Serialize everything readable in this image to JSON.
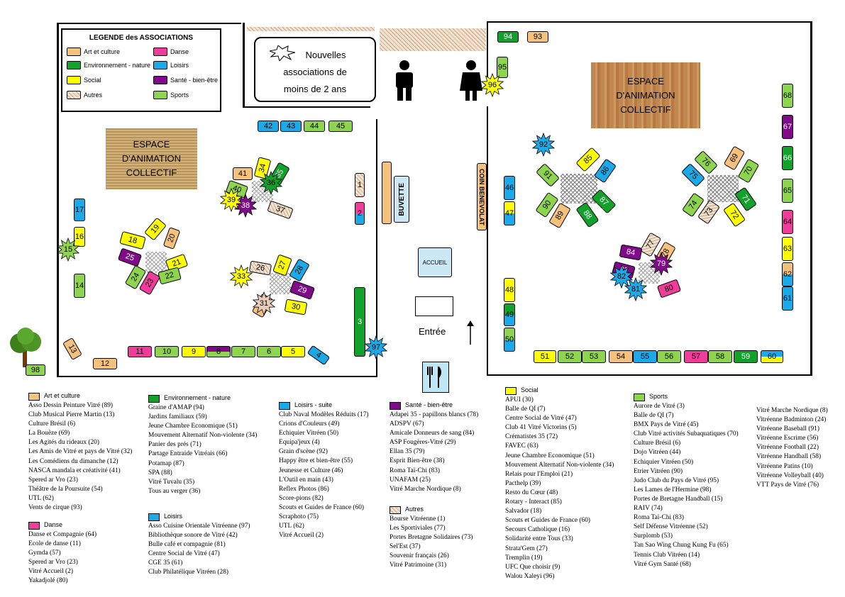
{
  "colors": {
    "art": "#f5c27d",
    "danse": "#f03c9a",
    "env": "#12a12b",
    "loisirs": "#1ba9e8",
    "social": "#ffff00",
    "sante": "#800a8a",
    "autres": "#e9cdb8",
    "sports": "#8fd44e"
  },
  "legend": {
    "title": "LEGENDE des ASSOCIATIONS",
    "items": [
      "Art et culture",
      "Danse",
      "Environnement - nature",
      "Loisirs",
      "Social",
      "Santé - bien-être",
      "Autres",
      "Sports"
    ]
  },
  "labels": {
    "nouvelles": [
      "Nouvelles",
      "associations de",
      "moins de 2 ans"
    ],
    "espace1": [
      "ESPACE",
      "D'ANIMATION",
      "COLLECTIF"
    ],
    "espace2": [
      "ESPACE",
      "D'ANIMATION",
      "COLLECTIF"
    ],
    "buvette": "BUVETTE",
    "coin": "COIN BENEVOLAT",
    "accueil": "ACCUEIL",
    "entree": "Entrée"
  },
  "stands": [
    {
      "n": "1",
      "c": "autres"
    },
    {
      "n": "2",
      "c": "danse_loisirs"
    },
    {
      "n": "3",
      "c": "env"
    },
    {
      "n": "4",
      "c": "loisirs"
    },
    {
      "n": "5",
      "c": "social"
    },
    {
      "n": "6",
      "c": "sports"
    },
    {
      "n": "7",
      "c": "sports"
    },
    {
      "n": "8",
      "c": "sante_sports"
    },
    {
      "n": "9",
      "c": "social"
    },
    {
      "n": "10",
      "c": "sports"
    },
    {
      "n": "11",
      "c": "danse"
    },
    {
      "n": "12",
      "c": "art"
    },
    {
      "n": "13",
      "c": "art"
    },
    {
      "n": "14",
      "c": "sports"
    },
    {
      "n": "16",
      "c": "social"
    },
    {
      "n": "17",
      "c": "loisirs"
    },
    {
      "n": "18",
      "c": "social"
    },
    {
      "n": "19",
      "c": "social"
    },
    {
      "n": "20",
      "c": "art"
    },
    {
      "n": "21",
      "c": "social"
    },
    {
      "n": "22",
      "c": "sports"
    },
    {
      "n": "23",
      "c": "danse"
    },
    {
      "n": "24",
      "c": "sports"
    },
    {
      "n": "25",
      "c": "sante"
    },
    {
      "n": "26",
      "c": "autres"
    },
    {
      "n": "27",
      "c": "social"
    },
    {
      "n": "28",
      "c": "loisirs"
    },
    {
      "n": "29",
      "c": "sante"
    },
    {
      "n": "30",
      "c": "social"
    },
    {
      "n": "32",
      "c": "art"
    },
    {
      "n": "34",
      "c": "social"
    },
    {
      "n": "35",
      "c": "env"
    },
    {
      "n": "37",
      "c": "autres"
    },
    {
      "n": "40",
      "c": "sports"
    },
    {
      "n": "41",
      "c": "art"
    },
    {
      "n": "42",
      "c": "loisirs"
    },
    {
      "n": "43",
      "c": "loisirs"
    },
    {
      "n": "44",
      "c": "sports"
    },
    {
      "n": "45",
      "c": "sports"
    },
    {
      "n": "46",
      "c": "loisirs"
    },
    {
      "n": "47",
      "c": "social_loisirs"
    },
    {
      "n": "48",
      "c": "social"
    },
    {
      "n": "49",
      "c": "env_loisirs"
    },
    {
      "n": "50",
      "c": "sports_loisirs"
    },
    {
      "n": "51",
      "c": "social"
    },
    {
      "n": "52",
      "c": "sports"
    },
    {
      "n": "53",
      "c": "sports"
    },
    {
      "n": "54",
      "c": "art"
    },
    {
      "n": "55",
      "c": "loisirs"
    },
    {
      "n": "56",
      "c": "sports"
    },
    {
      "n": "57",
      "c": "danse"
    },
    {
      "n": "58",
      "c": "sports"
    },
    {
      "n": "59",
      "c": "env"
    },
    {
      "n": "60",
      "c": "loisirs_social"
    },
    {
      "n": "61",
      "c": "loisirs"
    },
    {
      "n": "62",
      "c": "art_loisirs"
    },
    {
      "n": "63",
      "c": "social"
    },
    {
      "n": "64",
      "c": "danse"
    },
    {
      "n": "65",
      "c": "sports"
    },
    {
      "n": "66",
      "c": "env"
    },
    {
      "n": "67",
      "c": "sante"
    },
    {
      "n": "68",
      "c": "sports"
    },
    {
      "n": "69",
      "c": "art"
    },
    {
      "n": "70",
      "c": "sports"
    },
    {
      "n": "71",
      "c": "env"
    },
    {
      "n": "72",
      "c": "social"
    },
    {
      "n": "73",
      "c": "autres"
    },
    {
      "n": "74",
      "c": "sports"
    },
    {
      "n": "75",
      "c": "loisirs"
    },
    {
      "n": "76",
      "c": "sports"
    },
    {
      "n": "77",
      "c": "autres"
    },
    {
      "n": "78",
      "c": "art"
    },
    {
      "n": "80",
      "c": "danse"
    },
    {
      "n": "83",
      "c": "sante"
    },
    {
      "n": "84",
      "c": "sante"
    },
    {
      "n": "85",
      "c": "social"
    },
    {
      "n": "86",
      "c": "loisirs"
    },
    {
      "n": "87",
      "c": "env"
    },
    {
      "n": "88",
      "c": "env"
    },
    {
      "n": "89",
      "c": "art"
    },
    {
      "n": "90",
      "c": "sports"
    },
    {
      "n": "91",
      "c": "sports"
    },
    {
      "n": "93",
      "c": "art"
    },
    {
      "n": "94",
      "c": "env"
    },
    {
      "n": "95",
      "c": "sports"
    },
    {
      "n": "98",
      "c": "sports"
    }
  ],
  "stars": [
    {
      "n": "15",
      "c": "sports"
    },
    {
      "n": "31",
      "c": "autres"
    },
    {
      "n": "33",
      "c": "social"
    },
    {
      "n": "36",
      "c": "env"
    },
    {
      "n": "38",
      "c": "sante"
    },
    {
      "n": "39",
      "c": "social"
    },
    {
      "n": "79",
      "c": "sante"
    },
    {
      "n": "81",
      "c": "loisirs"
    },
    {
      "n": "82",
      "c": "loisirs"
    },
    {
      "n": "92",
      "c": "loisirs"
    },
    {
      "n": "96",
      "c": "social"
    },
    {
      "n": "97",
      "c": "loisirs"
    }
  ],
  "lists": [
    {
      "title": "Art et culture",
      "c": "art",
      "items": [
        "Asso Dessin Peinture Vitré (89)",
        "Club Musical Pierre Martin (13)",
        "Culture Brésil (6)",
        "La Bouèze (69)",
        "Les Agités du rideaux (20)",
        "Les Amis de Vitré et pays de Vitré (32)",
        "Les Comédiens du dimanche (12)",
        "NASCA mandala et créativité (41)",
        "Spered ar Vro (23)",
        "Théâtre de la Poursuite (54)",
        "UTL (62)",
        "Vents de cirque (93)"
      ]
    },
    {
      "title": "Danse",
      "c": "danse",
      "items": [
        "Danse et Compagnie (64)",
        "Ecole de danse (11)",
        "Gymda (57)",
        "Spered ar Vro (23)",
        "Vitré Accueil (2)",
        "Yakadjolé (80)"
      ]
    },
    {
      "title": "Environnement - nature",
      "c": "env",
      "items": [
        "Graine d'AMAP (94)",
        "Jardins familiaux (59)",
        "Jeune Chambre Economique (51)",
        "Mouvement Alternatif Non-violente (34)",
        "Panier des prés (71)",
        "Partage Entraide Vitréais (66)",
        "Potamap (87)",
        "SPA (88)",
        "Vitré Tuvalu (35)",
        "Tous au verger (36)"
      ]
    },
    {
      "title": "Loisirs",
      "c": "loisirs",
      "items": [
        "Asso Cuisine Orientale Vitréenne (97)",
        "Bibliothèque sonore de Vitré (42)",
        "Bulle café et compagnie (81)",
        "Centre Social de Vitré (47)",
        "CGE 35 (61)",
        "Club Philatélique Vitréen (28)"
      ]
    },
    {
      "title": "Loisirs - suite",
      "c": "loisirs",
      "items": [
        "Club Naval Modèles Réduits (17)",
        "Crions d'Couleurs (49)",
        "Echiquier Vitréen (50)",
        "Equipa'jeux (4)",
        "Grain d'scène (92)",
        "Happy être et bien-être (55)",
        "Jeunesse et Culture (46)",
        "L'Outil en main (43)",
        "Reflex Photos (86)",
        "Score-pions (82)",
        "Scouts et Guides de France (60)",
        "Scraphoto (75)",
        "UTL (62)",
        "Vitré Accueil (2)"
      ]
    },
    {
      "title": "Santé - bien-être",
      "c": "sante",
      "items": [
        "Adapei 35 - papillons blancs (78)",
        "ADSPV (67)",
        "Amicale Donneurs de sang (84)",
        "ASP Fougères-Vitré (29)",
        "Ellan 35 (79)",
        "Esprit Bien-être (38)",
        "Roma Taï-Chi (83)",
        "UNAFAM (25)",
        "Vitré Marche Nordique (8)"
      ]
    },
    {
      "title": "Autres",
      "c": "autres",
      "items": [
        "Bourse Vitréenne (1)",
        "Les Sportiviales (77)",
        "Portes Bretagne Solidaires (73)",
        "Sel'Est (37)",
        "Souvenir français (26)",
        "Vitré Patrimoine (31)"
      ]
    },
    {
      "title": "Social",
      "c": "social",
      "items": [
        "APUI (30)",
        "Balle de QI (7)",
        "Centre Social de Vitré (47)",
        "Club 41 Vitré Victorins (5)",
        "Crématistes 35 (72)",
        "FAVEC (63)",
        "Jeune Chambre Economique (51)",
        "Mouvement Alternatif Non-violente (34)",
        "Relais pour l'Emploi (21)",
        "Pacthelp (39)",
        "Resto du Cœur (48)",
        "Rotary - Interact (85)",
        "Salvador (18)",
        "Scouts et Guides de France (60)",
        "Secours Catholique (16)",
        "Solidarité entre Tous (33)",
        "Strata'Gem (27)",
        "Tremplin (19)",
        "UFC Que choisir (9)",
        "Walou Xaleyi (96)"
      ]
    },
    {
      "title": "Sports",
      "c": "sports",
      "items": [
        "Aurore de Vitré (3)",
        "Balle de QI (7)",
        "BMX Pays de Vitré (45)",
        "Club Vitré activités Subaquatiques (70)",
        "Culture Brésil (6)",
        "Dojo Vitréen (44)",
        "Echiquier Vitréen (50)",
        "Etrier Vitréen (90)",
        "Judo Club du Pays de Vitré (95)",
        "Les Lames de l'Hermine (98)",
        "Portes de Bretagne Handball (15)",
        "RAIV (74)",
        "Roma Taï-Chi (83)",
        "Self Défense Vitréenne (52)",
        "Surplomb (53)",
        "Tan Sao Wing Chung Kung Fu (65)",
        "Tennis Club Vitréen (14)",
        "Vitré Gym Santé (68)"
      ]
    },
    {
      "title": "",
      "c": "",
      "items": [
        "Vitré Marche Nordique (8)",
        "Vitréenne Badminton (24)",
        "Vitréenne Baseball (91)",
        "Vitréenne Escrime (56)",
        "Vitréenne Football (22)",
        "Vitréenne Handball (58)",
        "Vitréenne Patins (10)",
        "Vitréenne Volleyball (40)",
        "VTT Pays de Vitré (76)"
      ]
    }
  ]
}
